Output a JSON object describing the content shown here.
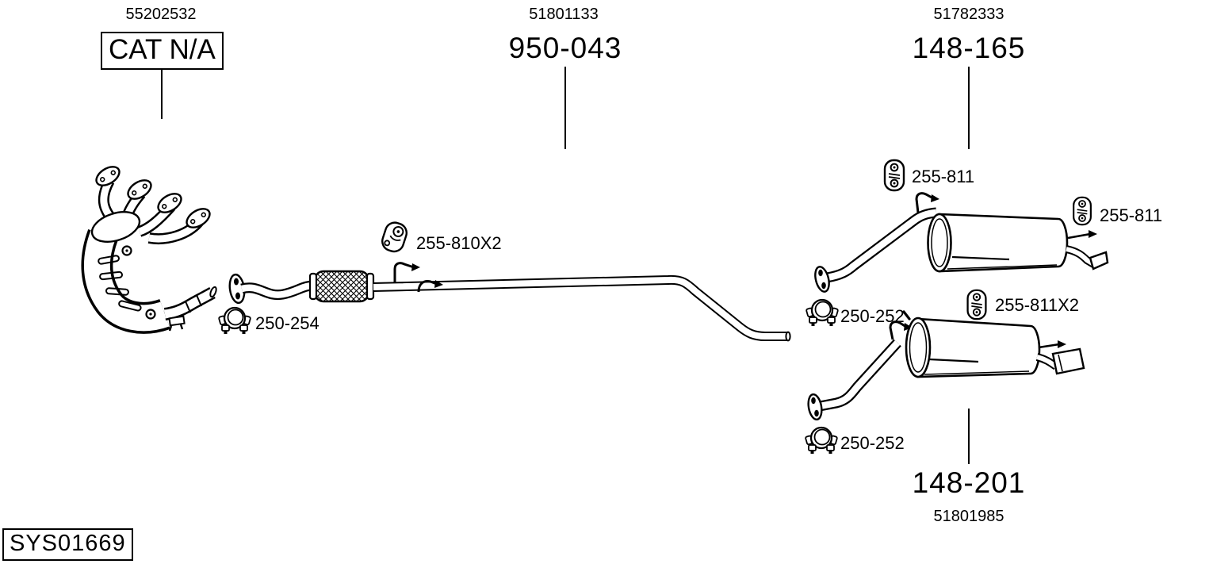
{
  "colors": {
    "background": "#ffffff",
    "line": "#000000"
  },
  "system": {
    "code": "SYS01669"
  },
  "assemblies": [
    {
      "id": "catalyst",
      "oe": "55202532",
      "part": "CAT N/A",
      "boxed": true
    },
    {
      "id": "center-pipe",
      "oe": "51801133",
      "part": "950-043"
    },
    {
      "id": "rear-muffler-165",
      "oe": "51782333",
      "part": "148-165"
    },
    {
      "id": "rear-muffler-201",
      "oe": "51801985",
      "part": "148-201"
    }
  ],
  "callouts": [
    {
      "id": "hanger-top",
      "icon": "rubber-hanger",
      "label": "255-811"
    },
    {
      "id": "hanger-right",
      "icon": "rubber-hanger",
      "label": "255-811"
    },
    {
      "id": "hanger-center",
      "icon": "rubber-hanger",
      "label": "255-810X2"
    },
    {
      "id": "clamp-front",
      "icon": "pipe-clamp",
      "label": "250-254"
    },
    {
      "id": "clamp-upper",
      "icon": "pipe-clamp",
      "label": "250-252"
    },
    {
      "id": "hanger-rear",
      "icon": "rubber-hanger",
      "label": "255-811X2"
    },
    {
      "id": "clamp-lower",
      "icon": "pipe-clamp",
      "label": "250-252"
    }
  ]
}
